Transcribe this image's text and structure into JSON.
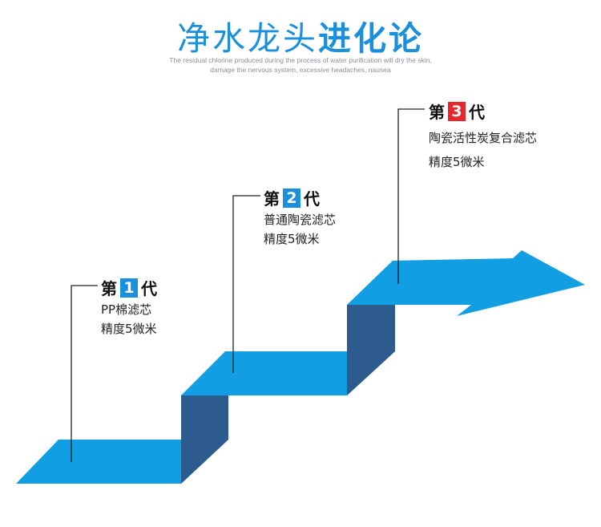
{
  "header": {
    "title_light": "净水龙头",
    "title_bold": "进化论",
    "subtitle_line1": "The residual chlorine produced during the process of water purification will dry the skin,",
    "subtitle_line2": "damage the nervous system, excessive headaches, nausea"
  },
  "colors": {
    "step": "#129ee3",
    "riser": "#2e5b8e",
    "gen12": "#1a8fdb",
    "gen3": "#e8262b"
  },
  "generations": [
    {
      "prefix": "第",
      "number": "1",
      "suffix": "代",
      "line1": "PP棉滤芯",
      "line2": "精度5微米"
    },
    {
      "prefix": "第",
      "number": "2",
      "suffix": "代",
      "line1": "普通陶瓷滤芯",
      "line2": "精度5微米"
    },
    {
      "prefix": "第",
      "number": "3",
      "suffix": "代",
      "line1": "陶瓷活性炭复合滤芯",
      "line2": "精度5微米"
    }
  ]
}
